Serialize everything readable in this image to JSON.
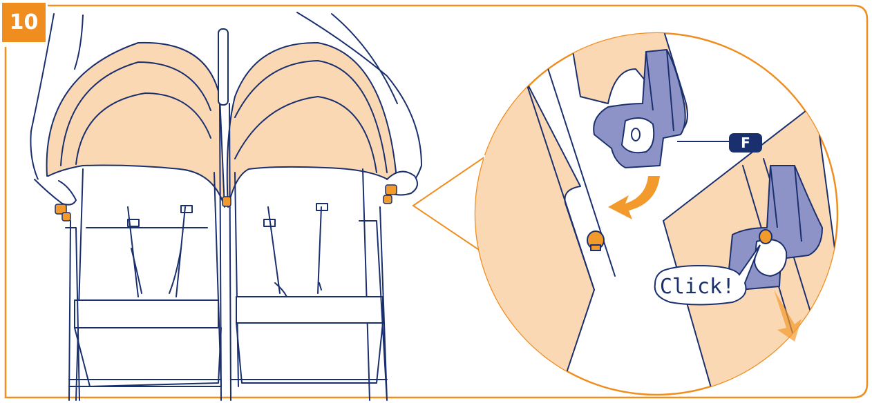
{
  "step": {
    "number": "10"
  },
  "part_label": "F",
  "callout_text": "Click!",
  "colors": {
    "accent_orange": "#ef8e1f",
    "canopy_fill": "#fbd8b4",
    "line_navy": "#1a2f6d",
    "clip_purple": "#8d93c6",
    "button_orange": "#f39a2c"
  },
  "icons": [
    "stroller-illustration",
    "canopy-clip-icon",
    "arrow-down-icon",
    "knob-icon"
  ]
}
